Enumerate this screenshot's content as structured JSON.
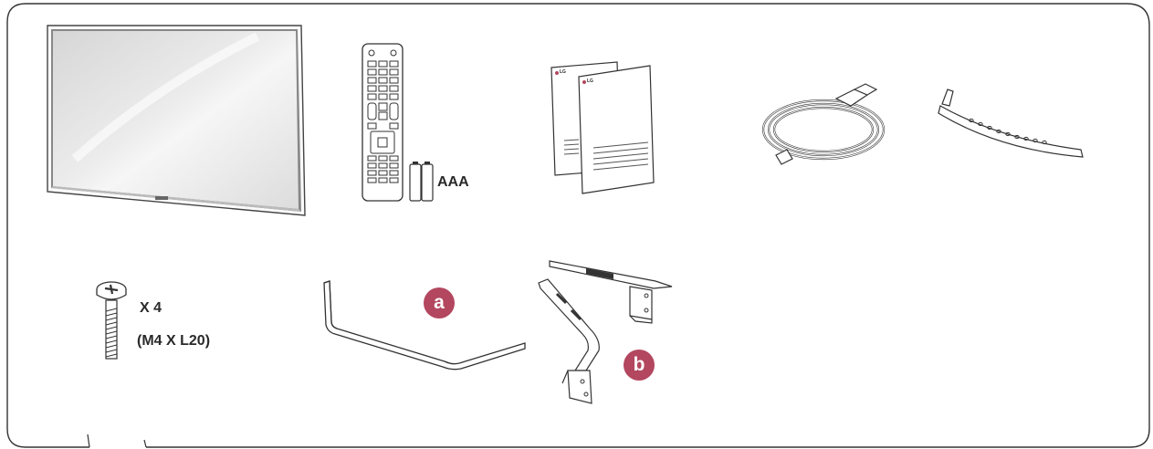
{
  "accessories": [
    {
      "id": "tv",
      "icon": "tv-icon"
    },
    {
      "id": "remote",
      "icon": "remote-control-icon"
    },
    {
      "id": "batteries",
      "icon": "battery-icon",
      "label": "AAA"
    },
    {
      "id": "manuals",
      "icon": "manual-icon",
      "logo_text": "LG"
    },
    {
      "id": "power-cord",
      "icon": "power-cord-icon"
    },
    {
      "id": "cable-holder",
      "icon": "cable-holder-icon"
    },
    {
      "id": "screws",
      "icon": "screw-icon",
      "qty_label": "X 4",
      "spec_label": "(M4 X L20)"
    },
    {
      "id": "stand-base",
      "icon": "stand-base-icon",
      "badge": "a"
    },
    {
      "id": "stand-body",
      "icon": "stand-body-icon",
      "badge": "b"
    }
  ],
  "colors": {
    "badge": "#b3475f",
    "line": "#2a2a2a",
    "frame": "#333333"
  }
}
